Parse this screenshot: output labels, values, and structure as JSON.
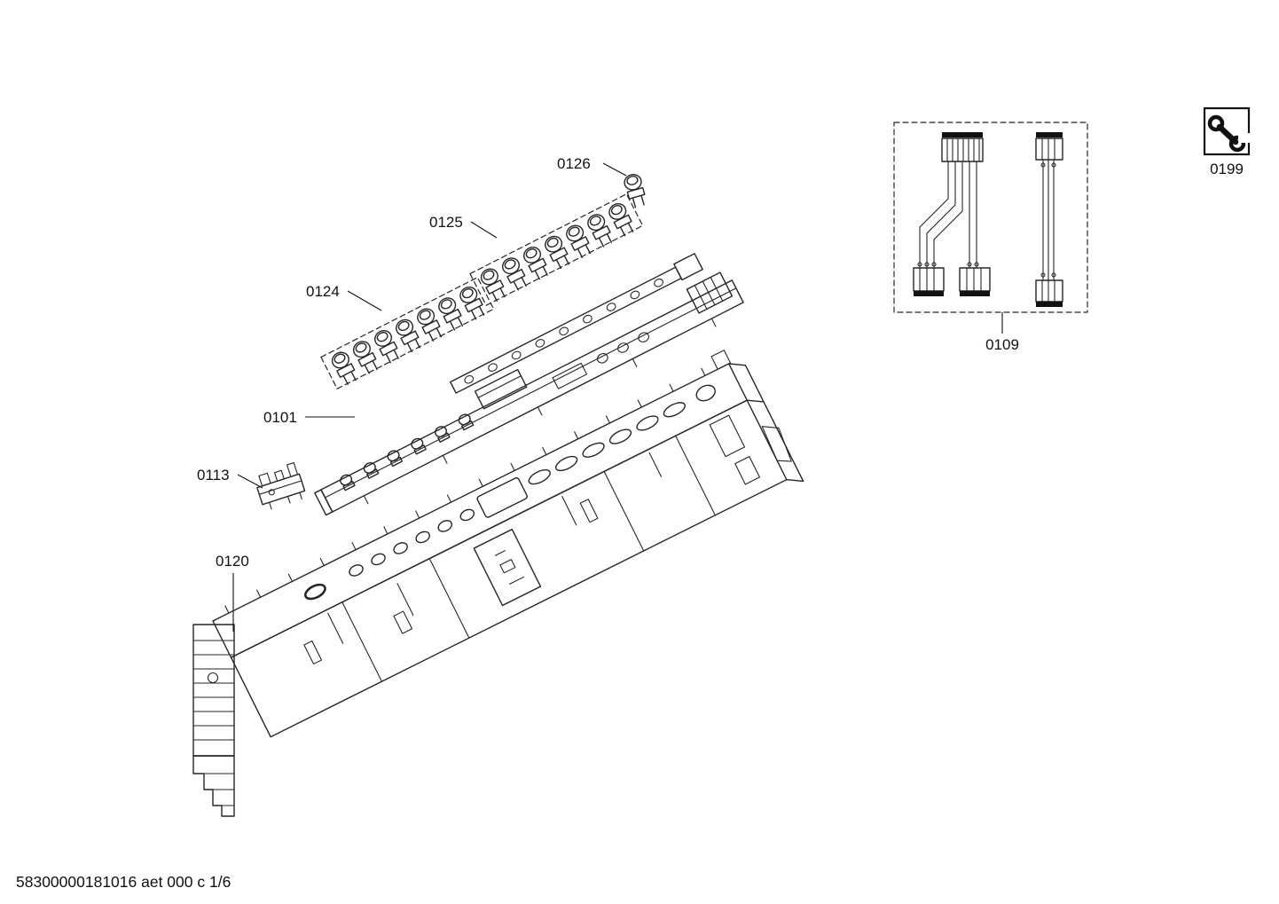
{
  "meta": {
    "footer": "58300000181016 aet 000 c 1/6"
  },
  "colors": {
    "ink": "#262626",
    "background": "#ffffff"
  },
  "icons": {
    "service_tool": "wrench-icon"
  },
  "parts": {
    "0101": {
      "label": "0101"
    },
    "0109": {
      "label": "0109"
    },
    "0113": {
      "label": "0113"
    },
    "0120": {
      "label": "0120"
    },
    "0124": {
      "label": "0124"
    },
    "0125": {
      "label": "0125"
    },
    "0126": {
      "label": "0126"
    },
    "0199": {
      "label": "0199"
    }
  }
}
